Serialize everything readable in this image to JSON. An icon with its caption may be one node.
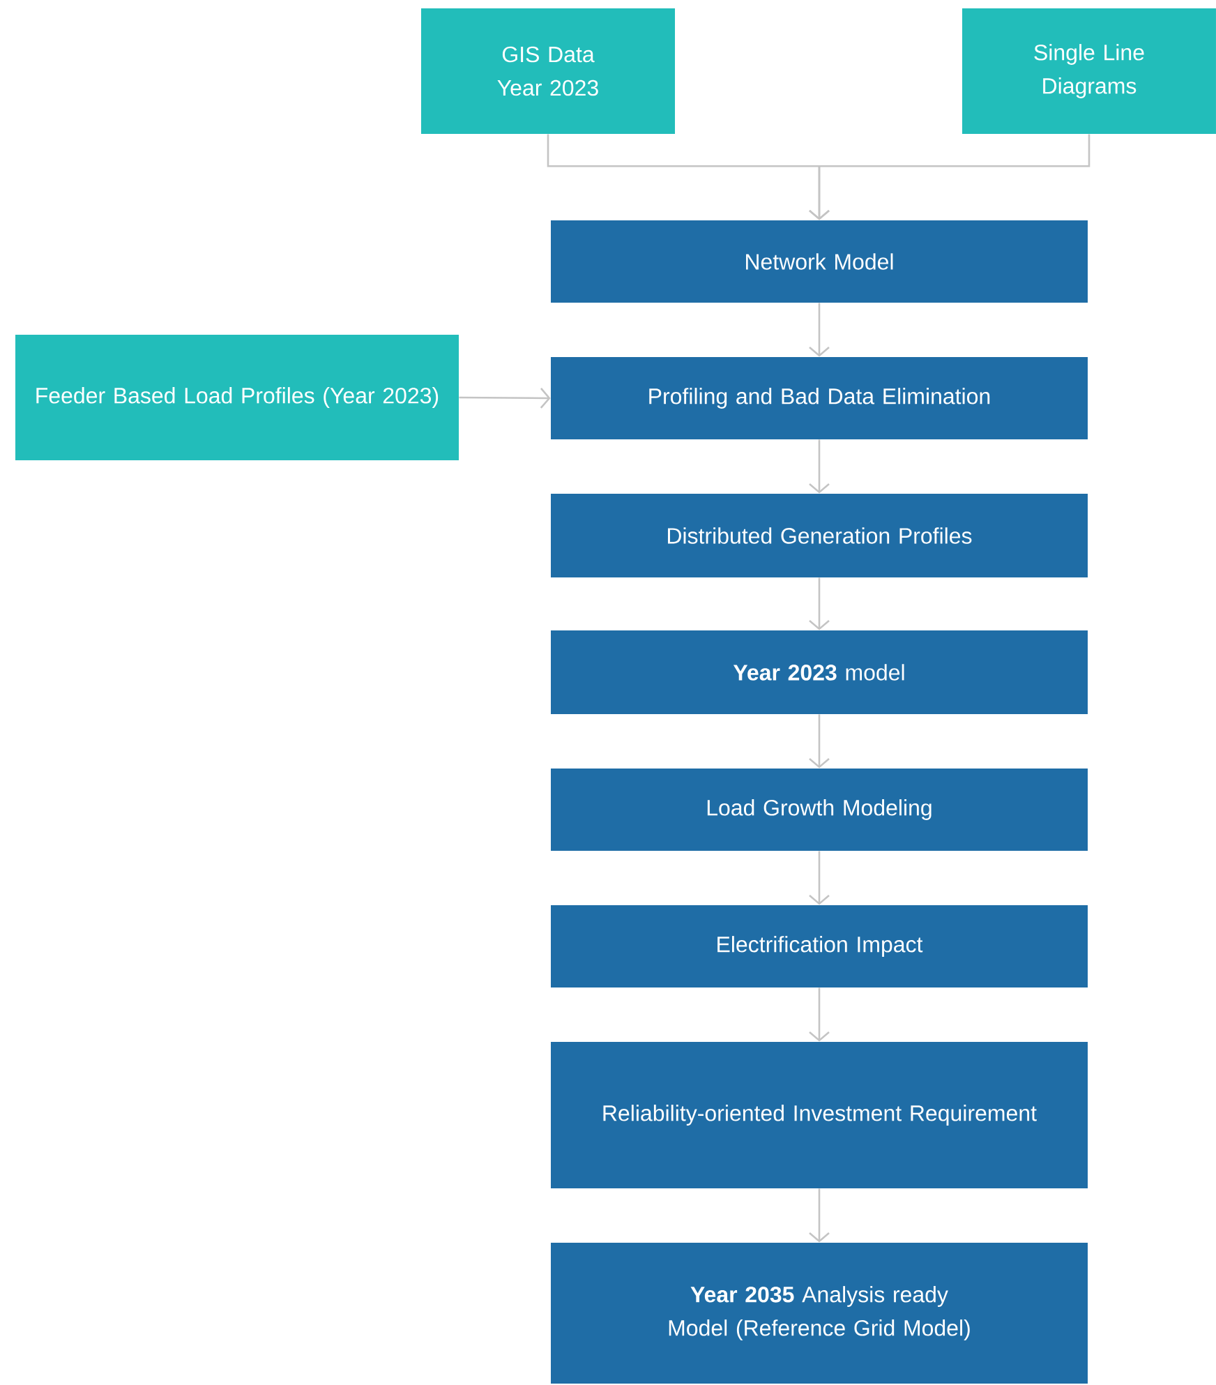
{
  "diagram": {
    "nodes": [
      {
        "text": [
          "GIS Data Year 2023"
        ]
      },
      {
        "text": [
          "Single Line Diagrams"
        ]
      },
      {
        "text": [
          "Network Model"
        ]
      },
      {
        "text": [
          "Profiling and Bad Data Elimination"
        ]
      },
      {
        "text": [
          "Feeder Based Load Profiles (Year 2023)"
        ]
      },
      {
        "text": [
          "Distributed Generation Profiles"
        ]
      },
      {
        "text": [
          "**Year 2023** model"
        ]
      },
      {
        "text": [
          "Load Growth Modeling"
        ]
      },
      {
        "text": [
          "Electrification Impact"
        ]
      },
      {
        "text": [
          "Reliability-oriented Investment Requirement"
        ]
      },
      {
        "text": [
          "**Year 2035** Analysis ready Model (Reference Grid Model)"
        ]
      }
    ],
    "edges": [
      {
        "from": 0,
        "to": 2,
        "arrow": "to"
      },
      {
        "from": 1,
        "to": 2,
        "arrow": "to"
      },
      {
        "from": 2,
        "to": 3,
        "arrow": "to"
      },
      {
        "from": 4,
        "to": 3,
        "arrow": "to"
      },
      {
        "from": 3,
        "to": 5,
        "arrow": "to"
      },
      {
        "from": 5,
        "to": 6,
        "arrow": "to"
      },
      {
        "from": 6,
        "to": 7,
        "arrow": "to"
      },
      {
        "from": 7,
        "to": 8,
        "arrow": "to"
      },
      {
        "from": 8,
        "to": 9,
        "arrow": "to"
      },
      {
        "from": 9,
        "to": 10,
        "arrow": "to"
      }
    ]
  }
}
